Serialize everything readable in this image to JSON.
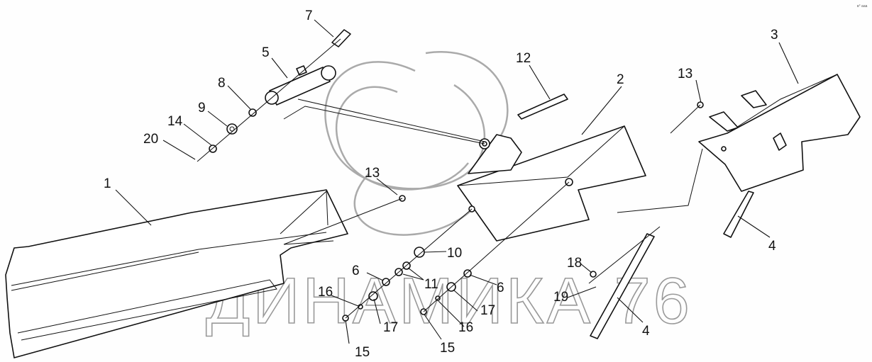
{
  "diagram": {
    "watermark": "ДИНАМИКА 76",
    "corner_mark": "в° ааа",
    "callouts": [
      {
        "id": "c1",
        "label": "1",
        "part": "left-cover"
      },
      {
        "id": "c2",
        "label": "2",
        "part": "middle-cover"
      },
      {
        "id": "c3",
        "label": "3",
        "part": "right-cover"
      },
      {
        "id": "c4a",
        "label": "4",
        "part": "gas-strut"
      },
      {
        "id": "c4b",
        "label": "4",
        "part": "gas-strut"
      },
      {
        "id": "c5",
        "label": "5",
        "part": "cylinder"
      },
      {
        "id": "c6a",
        "label": "6",
        "part": "washer"
      },
      {
        "id": "c6b",
        "label": "6",
        "part": "washer"
      },
      {
        "id": "c7",
        "label": "7",
        "part": "bolt"
      },
      {
        "id": "c8",
        "label": "8",
        "part": "washer"
      },
      {
        "id": "c9",
        "label": "9",
        "part": "washer"
      },
      {
        "id": "c10",
        "label": "10",
        "part": "washer"
      },
      {
        "id": "c11",
        "label": "11",
        "part": "spacer"
      },
      {
        "id": "c12",
        "label": "12",
        "part": "spring"
      },
      {
        "id": "c13a",
        "label": "13",
        "part": "bolt"
      },
      {
        "id": "c13b",
        "label": "13",
        "part": "bolt"
      },
      {
        "id": "c14",
        "label": "14",
        "part": "nut"
      },
      {
        "id": "c15a",
        "label": "15",
        "part": "nut"
      },
      {
        "id": "c15b",
        "label": "15",
        "part": "nut"
      },
      {
        "id": "c16a",
        "label": "16",
        "part": "washer"
      },
      {
        "id": "c16b",
        "label": "16",
        "part": "washer"
      },
      {
        "id": "c17a",
        "label": "17",
        "part": "washer"
      },
      {
        "id": "c17b",
        "label": "17",
        "part": "washer"
      },
      {
        "id": "c18",
        "label": "18",
        "part": "washer"
      },
      {
        "id": "c19",
        "label": "19",
        "part": "cotter-pin"
      },
      {
        "id": "c20",
        "label": "20",
        "part": "cotter-pin"
      }
    ]
  }
}
